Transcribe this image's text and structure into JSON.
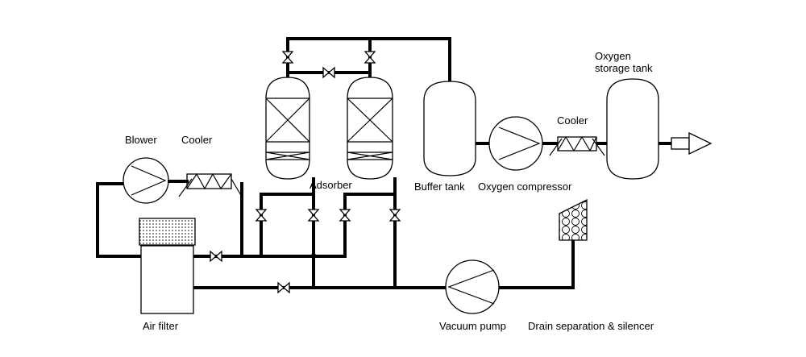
{
  "labels": {
    "blower": "Blower",
    "cooler_left": "Cooler",
    "adsorber": "Adsorber",
    "buffer_tank": "Buffer tank",
    "oxygen_compressor": "Oxygen compressor",
    "cooler_right": "Cooler",
    "oxygen_storage_tank_line1": "Oxygen",
    "oxygen_storage_tank_line2": "storage tank",
    "air_filter": "Air filter",
    "vacuum_pump": "Vacuum pump",
    "drain_separation": "Drain separation & silencer"
  },
  "colors": {
    "line": "#000000",
    "background": "#ffffff",
    "filter_media": "#cccccc"
  }
}
